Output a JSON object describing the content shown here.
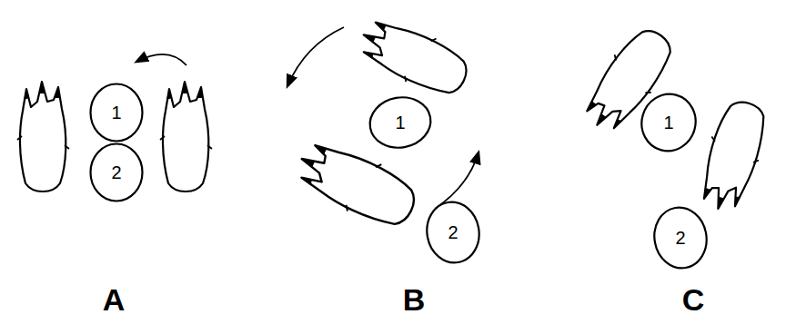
{
  "diagram": {
    "nodes": [
      {
        "text": [
          "1"
        ]
      },
      {
        "text": [
          "2"
        ]
      },
      {
        "text": [
          "1"
        ]
      },
      {
        "text": [
          "2"
        ]
      },
      {
        "text": [
          "1"
        ]
      },
      {
        "text": [
          "2"
        ]
      }
    ],
    "labels": [
      "A",
      "B",
      "C"
    ]
  }
}
